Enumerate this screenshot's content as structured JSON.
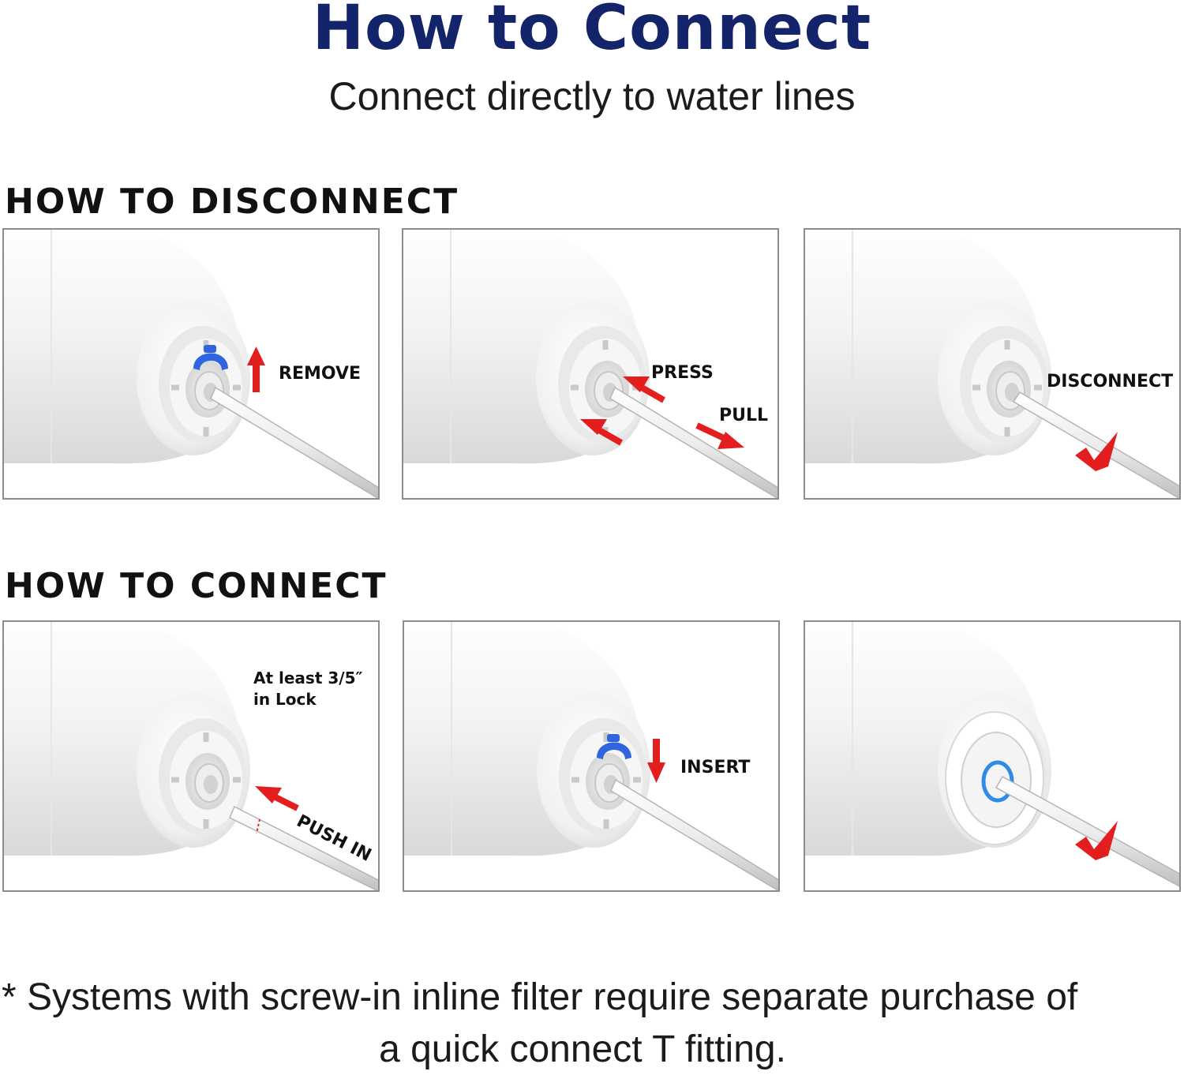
{
  "header": {
    "title": "How to Connect",
    "subtitle": "Connect directly to water lines"
  },
  "colors": {
    "title": "#13246b",
    "text": "#1b1b1b",
    "heading": "#111111",
    "arrow": "#e31e1e",
    "clip": "#2f66e0",
    "panel_border": "#8c8c8c"
  },
  "sections": {
    "disconnect": {
      "heading": "HOW TO DISCONNECT",
      "steps": [
        {
          "label": "REMOVE",
          "icon": "arrow-up-icon"
        },
        {
          "label_a": "PRESS",
          "label_b": "PULL",
          "icon": "arrow-pair-icon"
        },
        {
          "label": "DISCONNECT",
          "icon": "checkmark-icon"
        }
      ]
    },
    "connect": {
      "heading": "HOW TO CONNECT",
      "steps": [
        {
          "label_a": "At least  3/5″",
          "label_b": "in Lock",
          "label_c": "PUSH IN",
          "icon": "arrow-left-icon"
        },
        {
          "label": "INSERT",
          "icon": "arrow-down-icon"
        },
        {
          "icon": "checkmark-icon"
        }
      ]
    }
  },
  "footnote": {
    "line1": "* Systems with screw-in inline filter require separate purchase of",
    "line2": "a quick connect T fitting."
  }
}
